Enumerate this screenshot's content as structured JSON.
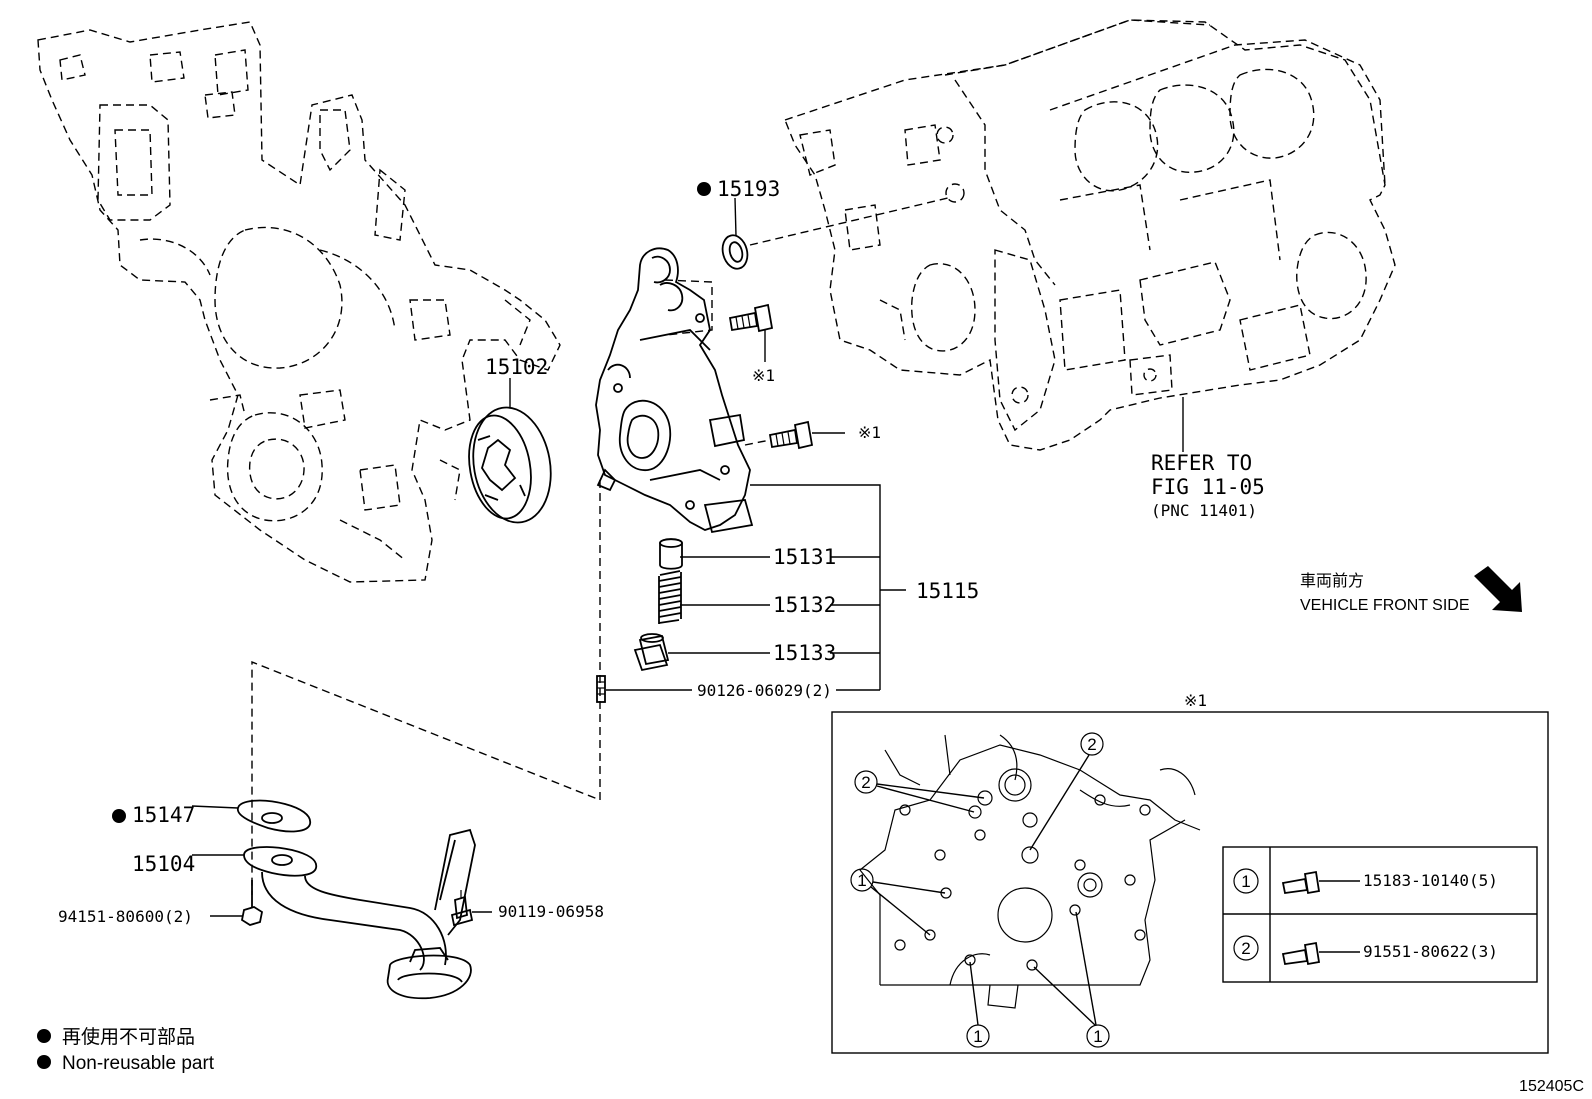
{
  "parts": {
    "p15193": "15193",
    "p15102": "15102",
    "p15131": "15131",
    "p15132": "15132",
    "p15133": "15133",
    "p15115": "15115",
    "p90126": "90126-06029(2)",
    "p15147": "15147",
    "p15104": "15104",
    "p94151": "94151-80600(2)",
    "p90119": "90119-06958"
  },
  "refer": {
    "line1": "REFER TO",
    "line2": "FIG 11-05",
    "line3": "(PNC 11401)"
  },
  "notes": {
    "mark": "※1"
  },
  "direction": {
    "jp": "車両前方",
    "en": "VEHICLE FRONT SIDE"
  },
  "inset": {
    "title": "※1",
    "callout1": "1",
    "callout2": "2",
    "table": [
      {
        "key": "1",
        "part": "15183-10140(5)"
      },
      {
        "key": "2",
        "part": "91551-80622(3)"
      }
    ]
  },
  "legend": {
    "jp": "再使用不可部品",
    "en": "Non-reusable part"
  },
  "figure_id": "152405C"
}
